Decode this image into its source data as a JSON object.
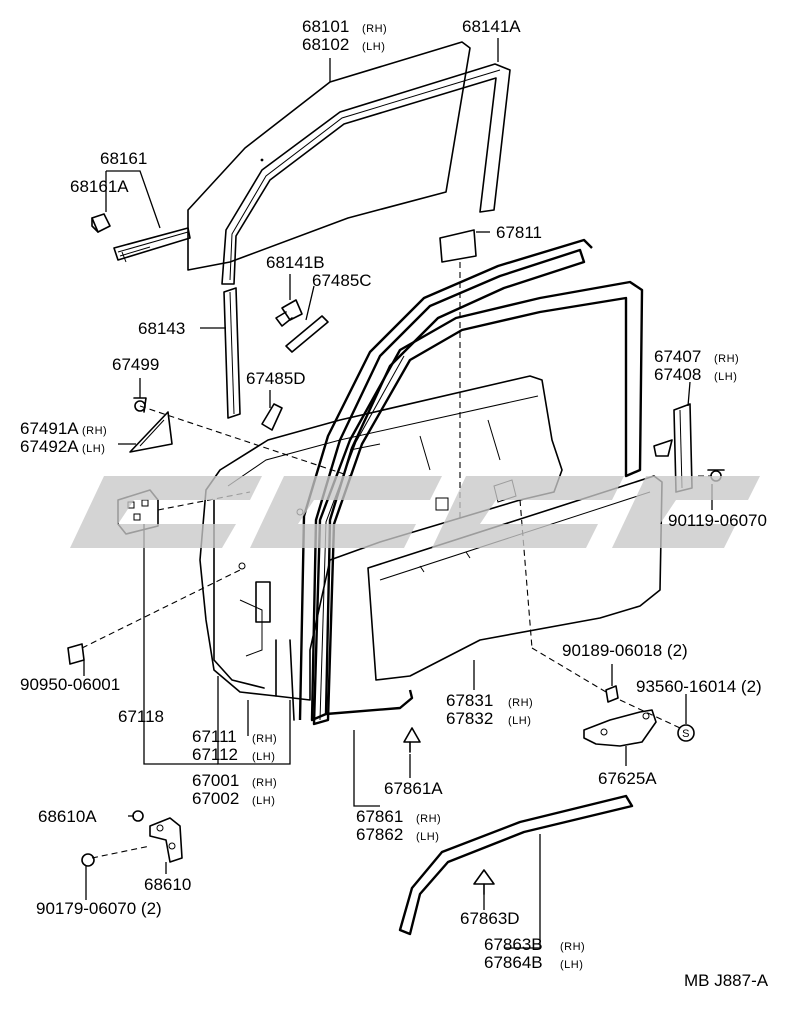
{
  "watermark": "",
  "code": "MB  J887-A",
  "labels": {
    "p68101": "68101",
    "p68102": "68102",
    "p68141A": "68141A",
    "p68161": "68161",
    "p68161A": "68161A",
    "p67811": "67811",
    "p68141B": "68141B",
    "p67485C": "67485C",
    "p68143": "68143",
    "p67499": "67499",
    "p67485D": "67485D",
    "p67491A": "67491A",
    "p67492A": "67492A",
    "p67407": "67407",
    "p67408": "67408",
    "p90119": "90119-06070",
    "p90950": "90950-06001",
    "p67118": "67118",
    "p67111": "67111",
    "p67112": "67112",
    "p67001": "67001",
    "p67002": "67002",
    "p67831": "67831",
    "p67832": "67832",
    "p90189": "90189-06018 (2)",
    "p93560": "93560-16014 (2)",
    "p67625A": "67625A",
    "p67861A": "67861A",
    "p67861": "67861",
    "p67862": "67862",
    "p68610A": "68610A",
    "p68610": "68610",
    "p90179": "90179-06070 (2)",
    "p67863D": "67863D",
    "p67863B": "67863B",
    "p67864B": "67864B"
  },
  "suffix": {
    "rh": "(RH)",
    "lh": "(LH)"
  },
  "symbol_s": "S"
}
